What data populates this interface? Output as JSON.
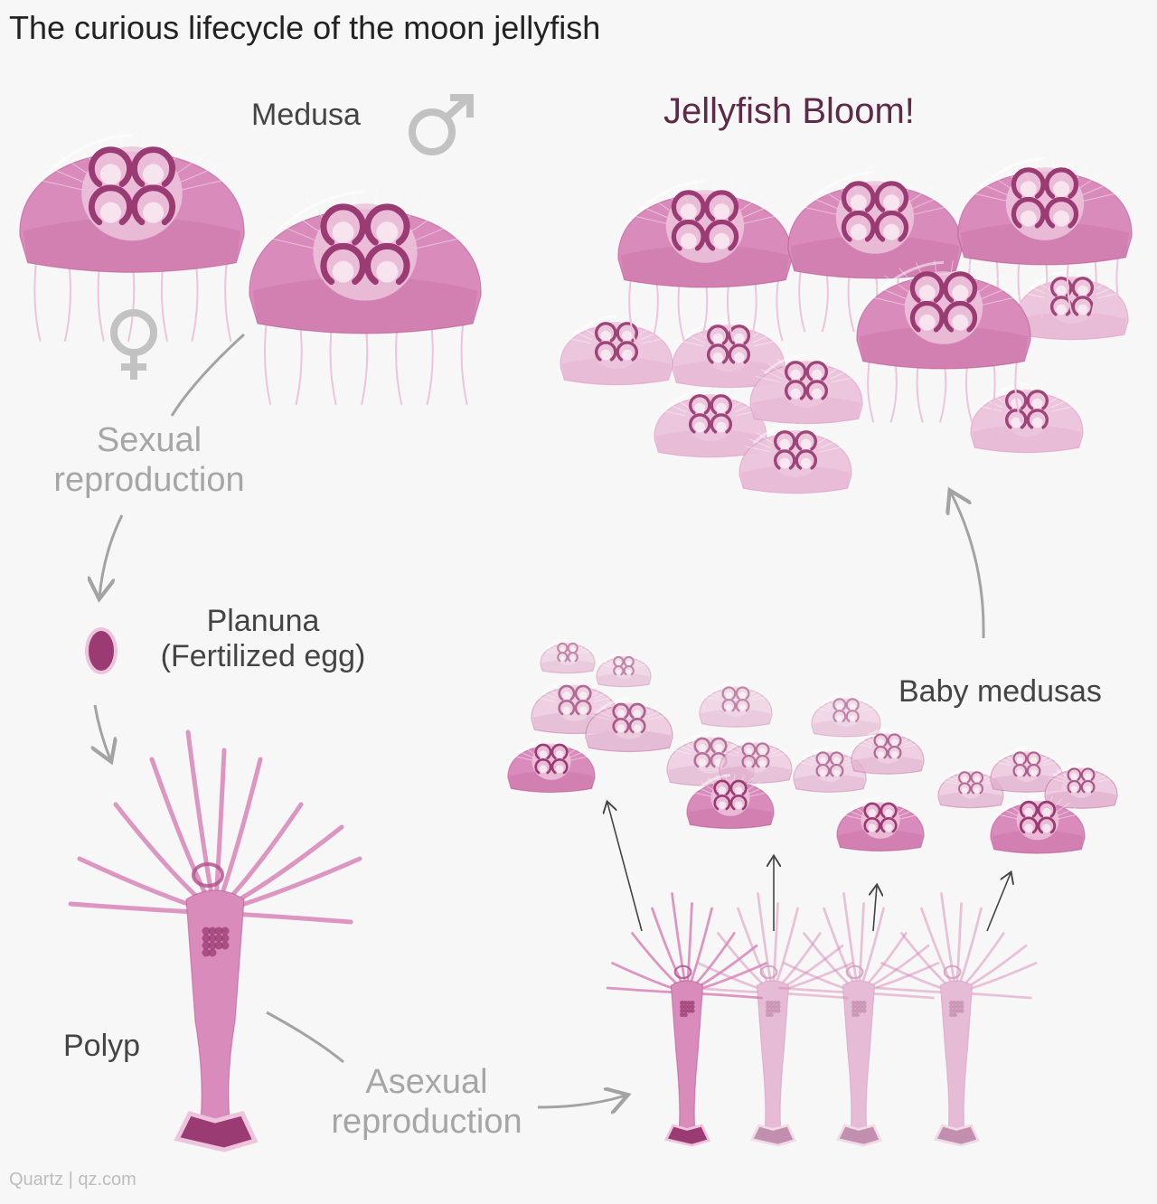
{
  "title": "The curious lifecycle of the moon jellyfish",
  "labels": {
    "medusa": "Medusa",
    "bloom": "Jellyfish Bloom!",
    "sexual_line1": "Sexual",
    "sexual_line2": "reproduction",
    "planula_line1": "Planuna",
    "planula_line2": "(Fertilized egg)",
    "polyp": "Polyp",
    "asexual_line1": "Asexual",
    "asexual_line2": "reproduction",
    "baby": "Baby medusas"
  },
  "symbols": {
    "male": "male-symbol",
    "female": "female-symbol"
  },
  "credit": "Quartz | qz.com",
  "colors": {
    "jelly_main": "#d98bbb",
    "jelly_light": "#ecc4dc",
    "jelly_dark": "#b24e8a",
    "gonad": "#9a3b73",
    "arrow_gray": "#a3a3a3",
    "symbol_gray": "#c2c2c2",
    "bloom_text": "#5e2a47"
  }
}
